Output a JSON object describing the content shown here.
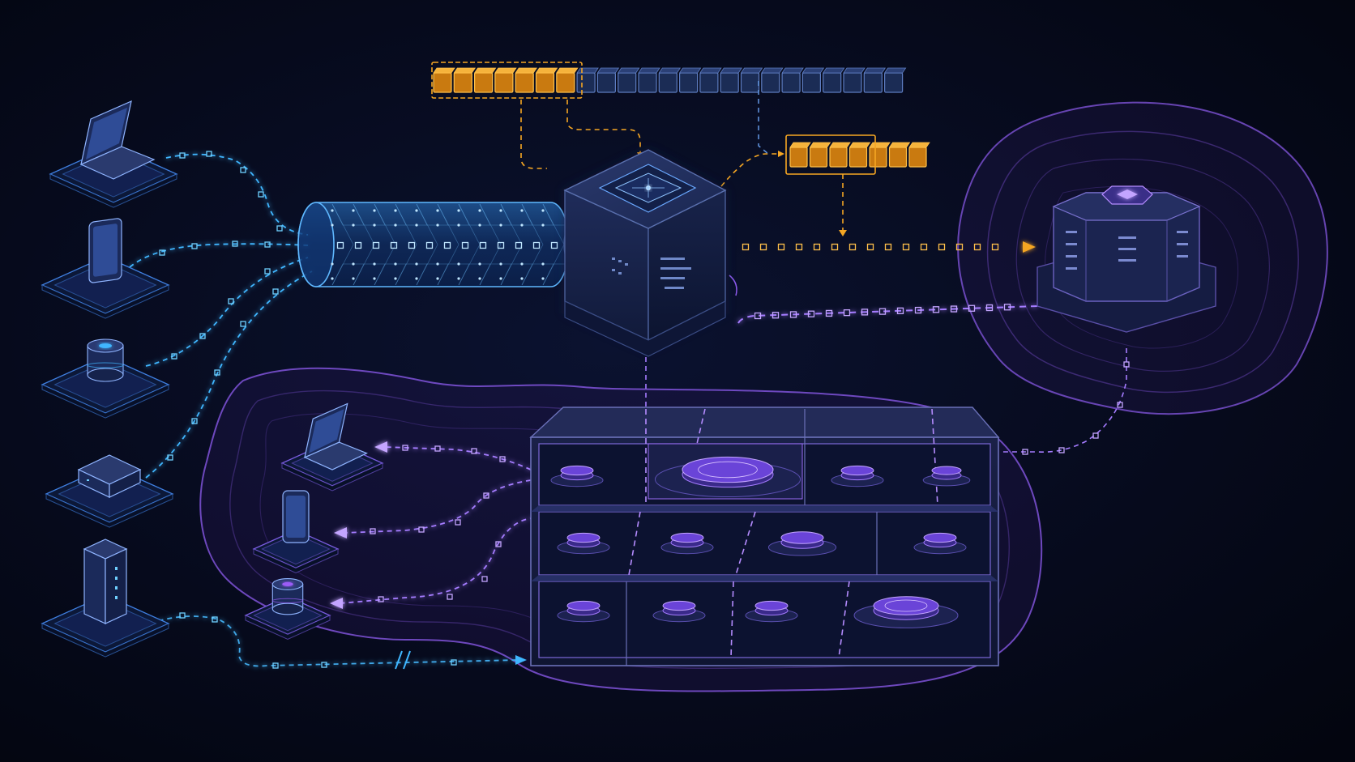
{
  "colors": {
    "background_inner": "#0b1230",
    "background_outer": "#03050f",
    "cyan": "#3fb6ff",
    "blue": "#2f6bd6",
    "orange": "#f5a623",
    "purple": "#9b5cf6",
    "lavender": "#c4a5ff",
    "panel": "#141d3e",
    "panel_edge": "#4a5f9a"
  },
  "icons": {
    "laptop": "laptop-icon",
    "tablet": "tablet-icon",
    "speaker": "speaker-icon",
    "mini_pc": "mini-pc-icon",
    "tower": "tower-server-icon",
    "phone": "phone-icon",
    "compute_node": "compute-node-icon",
    "storage_node": "storage-node-icon",
    "arrow": "arrow-head-icon",
    "break_mark": "break-mark-icon"
  },
  "sources": [
    "laptop",
    "tablet",
    "speaker",
    "mini_pc",
    "tower"
  ],
  "destinations": [
    "laptop",
    "phone",
    "speaker"
  ],
  "queue": {
    "total_cells": 23,
    "highlighted_cells": 7
  },
  "batch": {
    "cells": 7,
    "highlighted_cells": 4
  },
  "grid": {
    "rows": 3,
    "columns": 4
  }
}
